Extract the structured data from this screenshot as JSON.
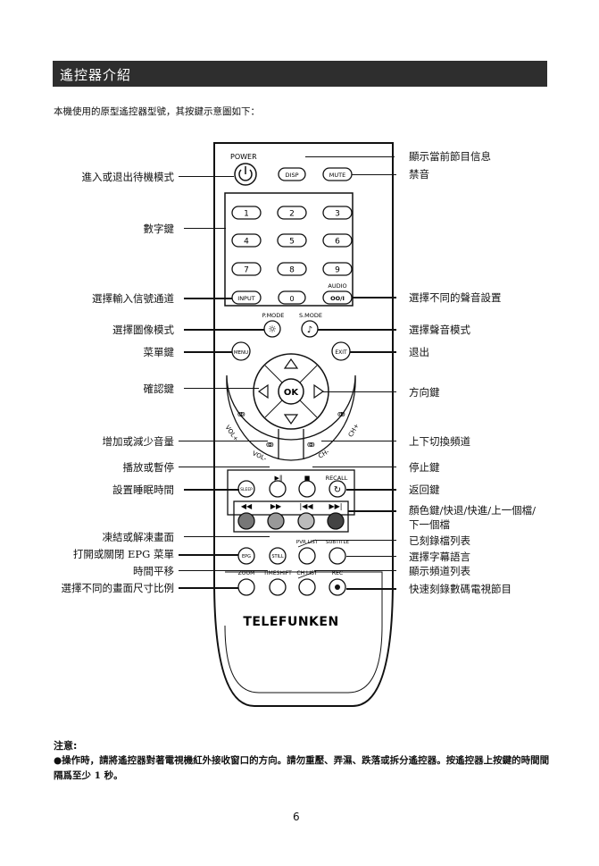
{
  "section_title": "遙控器介紹",
  "intro": "本機使用的原型遙控器型號，其按鍵示意圖如下：",
  "left_labels": [
    "進入或退出待機模式",
    "數字鍵",
    "選擇輸入信號通道",
    "選擇圖像模式",
    "菜單鍵",
    "確認鍵",
    "增加或減少音量",
    "播放或暫停",
    "設置睡眠時間",
    "凍結或解凍畫面",
    "打開或關閉 EPG 菜單",
    "時間平移",
    "選擇不同的畫面尺寸比例"
  ],
  "right_labels": [
    "顯示當前節目信息",
    "禁音",
    "選擇不同的聲音設置",
    "選擇聲音模式",
    "退出",
    "方向鍵",
    "上下切換頻道",
    "停止鍵",
    "返回鍵",
    "顏色鍵/快退/快進/上一個檔/",
    "下一個檔",
    "已刻錄檔列表",
    "選擇字幕語言",
    "顯示頻道列表",
    "快速刻錄數碼電視節目"
  ],
  "remote": {
    "power": "POWER",
    "disp": "DISP",
    "mute": "MUTE",
    "digits": [
      "1",
      "2",
      "3",
      "4",
      "5",
      "6",
      "7",
      "8",
      "9"
    ],
    "input": "INPUT",
    "zero": "0",
    "audio": "AUDIO",
    "audio_btn": "OO/I",
    "pmode": "P.MODE",
    "smode": "S.MODE",
    "menu": "MENU",
    "exit": "EXIT",
    "ok": "OK",
    "vol_plus": "VOL+",
    "vol_minus": "VOL-",
    "ch_plus": "CH+",
    "ch_minus": "CH-",
    "recall": "RECALL",
    "sleep": "SLEEP",
    "epg": "EPG",
    "still": "STILL",
    "pvr_list": "PVR LIST",
    "subtitle": "SUBTITLE",
    "zoom": "ZOOM",
    "timeshift": "TIMESHIFT",
    "ch_list": "CH LIST",
    "rec": "REC",
    "brand": "TELEFUNKEN",
    "color_button_fills": [
      "#777777",
      "#999999",
      "#bbbbbb",
      "#444444"
    ]
  },
  "note_heading": "注意:",
  "note_text": "●操作時，請將遙控器對著電視機紅外接收窗口的方向。請勿重壓、弄濕、跌落或拆分遙控器。按遙控器上按鍵的時間間隔爲至少 1 秒。",
  "page_number": "6"
}
